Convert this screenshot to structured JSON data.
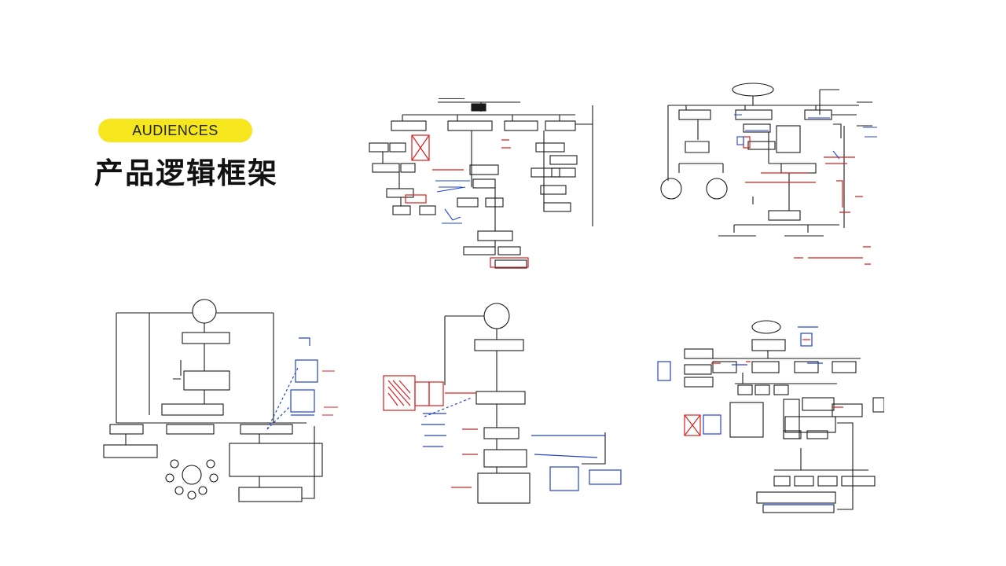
{
  "header": {
    "tag_label": "AUDIENCES",
    "title": "产品逻辑框架"
  },
  "colors": {
    "tag_background": "#f5e61e",
    "ink_black": "#1a1a1a",
    "ink_red": "#d6201f",
    "ink_blue": "#2244cc"
  },
  "sketches": [
    {
      "id": "sketch-1",
      "description_visible": false
    },
    {
      "id": "sketch-2",
      "description_visible": false
    },
    {
      "id": "sketch-3",
      "description_visible": false
    },
    {
      "id": "sketch-4",
      "description_visible": false
    },
    {
      "id": "sketch-5",
      "description_visible": false
    }
  ]
}
